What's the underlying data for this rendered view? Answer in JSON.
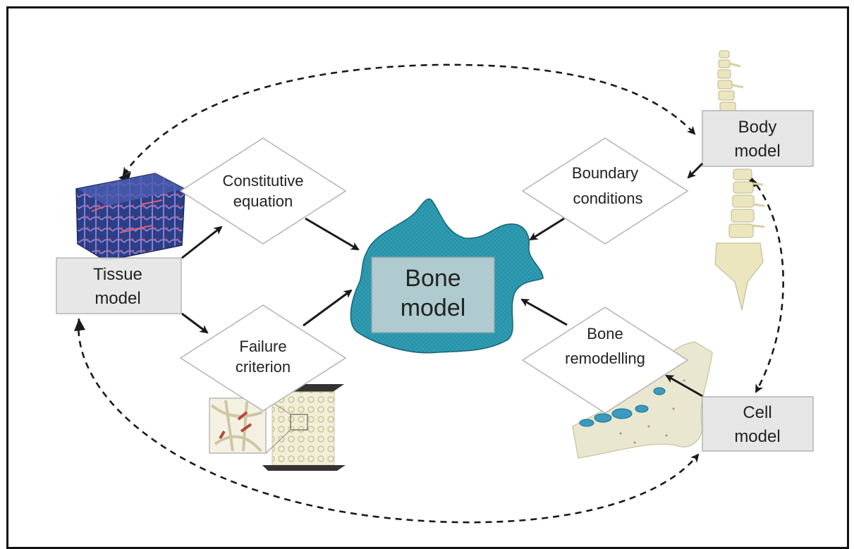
{
  "nodes": {
    "tissue": {
      "line1": "Tissue",
      "line2": "model"
    },
    "body": {
      "line1": "Body",
      "line2": "model"
    },
    "cell": {
      "line1": "Cell",
      "line2": "model"
    },
    "bone": {
      "line1": "Bone",
      "line2": "model"
    },
    "constitutive": {
      "line1": "Constitutive",
      "line2": "equation"
    },
    "failure": {
      "line1": "Failure",
      "line2": "criterion"
    },
    "boundary": {
      "line1": "Boundary",
      "line2": "conditions"
    },
    "remodelling": {
      "line1": "Bone",
      "line2": "remodelling"
    }
  },
  "illustrations": {
    "tissue": "trabecular-bone-tissue-image",
    "spine": "spine-image",
    "vertebra": "vertebra-mesh-image",
    "cell": "bone-cell-image",
    "failure": "trabecular-failure-test-image"
  },
  "colors": {
    "box_fill": "#e6e6e6",
    "box_stroke": "#b3b3b3",
    "bone_mesh": "#2f9db3",
    "arrow": "#1a1a1a"
  }
}
